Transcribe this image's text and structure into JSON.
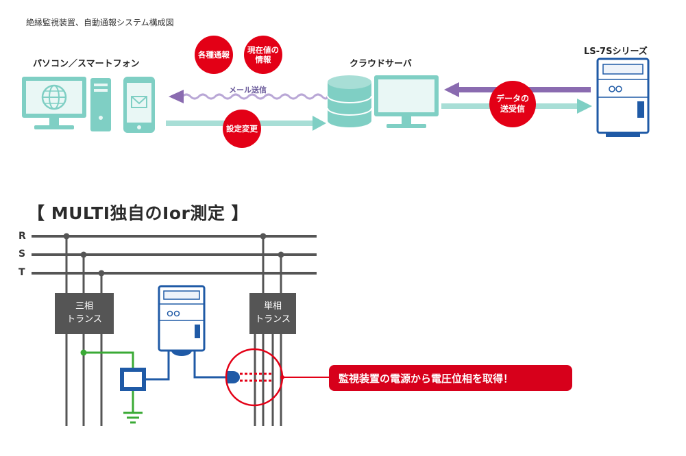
{
  "caption": "絶縁監視装置、自動通報システム構成図",
  "top_diagram": {
    "pc_label": "パソコン／スマートフォン",
    "cloud_label": "クラウドサーバ",
    "device_label": "LS-7Sシリーズ",
    "mail_label": "メール送信",
    "bubble_notify": [
      "各種通報"
    ],
    "bubble_current": [
      "現在値の",
      "情報"
    ],
    "bubble_setting": [
      "設定変更"
    ],
    "bubble_data": [
      "データの",
      "送受信"
    ]
  },
  "bottom_diagram": {
    "heading": "【 MULTI独自のIor測定 】",
    "phases": [
      "R",
      "S",
      "T"
    ],
    "trans3": [
      "三相",
      "トランス"
    ],
    "trans1": [
      "単相",
      "トランス"
    ],
    "callout": "監視装置の電源から電圧位相を取得！"
  },
  "colors": {
    "red": "#e30016",
    "teal": "#7fcfc4",
    "purple": "#8a6bb0",
    "device_blue": "#1f5aa6",
    "wire_green": "#3aaa35",
    "line_gray": "#555555"
  }
}
